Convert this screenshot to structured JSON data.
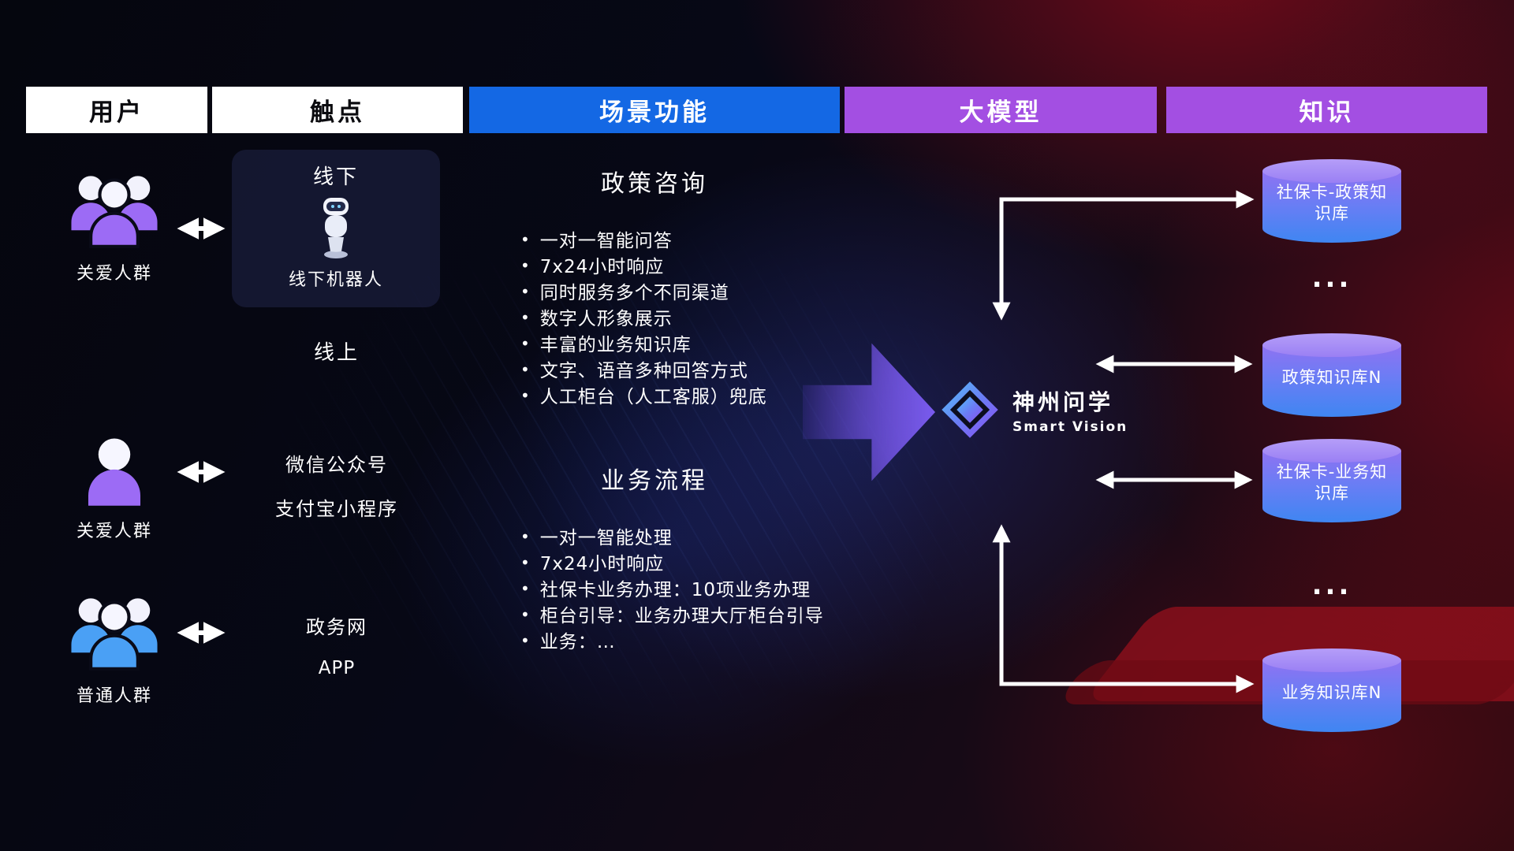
{
  "colors": {
    "accent-blue": "#1468e4",
    "accent-purple": "#a34fe2",
    "user-purple": "#9c6bf5",
    "user-blue": "#4aa0f5",
    "arrow-purple": "#7b5cf0",
    "cyl-top": "#b59df8",
    "cyl-body-top": "#8f72f2",
    "cyl-body-bottom": "#3f86f2"
  },
  "header": {
    "users": "用户",
    "touchpoints": "触点",
    "scenarios": "场景功能",
    "model": "大模型",
    "knowledge": "知识"
  },
  "users": [
    {
      "label": "关爱人群",
      "icon": "group-icon"
    },
    {
      "label": "关爱人群",
      "icon": "person-icon"
    },
    {
      "label": "普通人群",
      "icon": "group-icon"
    }
  ],
  "touchpoints": {
    "offline_title": "线下",
    "offline_robot": "线下机器人",
    "online_title": "线上",
    "channels": [
      "微信公众号",
      "支付宝小程序",
      "政务网",
      "APP"
    ]
  },
  "scenarios": [
    {
      "title": "政策咨询",
      "items": [
        "一对一智能问答",
        "7x24小时响应",
        "同时服务多个不同渠道",
        "数字人形象展示",
        "丰富的业务知识库",
        "文字、语音多种回答方式",
        "人工柜台（人工客服）兜底"
      ]
    },
    {
      "title": "业务流程",
      "items": [
        "一对一智能处理",
        "7x24小时响应",
        "社保卡业务办理：10项业务办理",
        "柜台引导：业务办理大厅柜台引导",
        "业务：…"
      ]
    }
  ],
  "model": {
    "name": "神州问学",
    "subtitle": "Smart Vision"
  },
  "knowledge": {
    "nodes": [
      "社保卡-政策知识库",
      "政策知识库N",
      "社保卡-业务知识库",
      "业务知识库N"
    ],
    "ellipsis": "..."
  }
}
